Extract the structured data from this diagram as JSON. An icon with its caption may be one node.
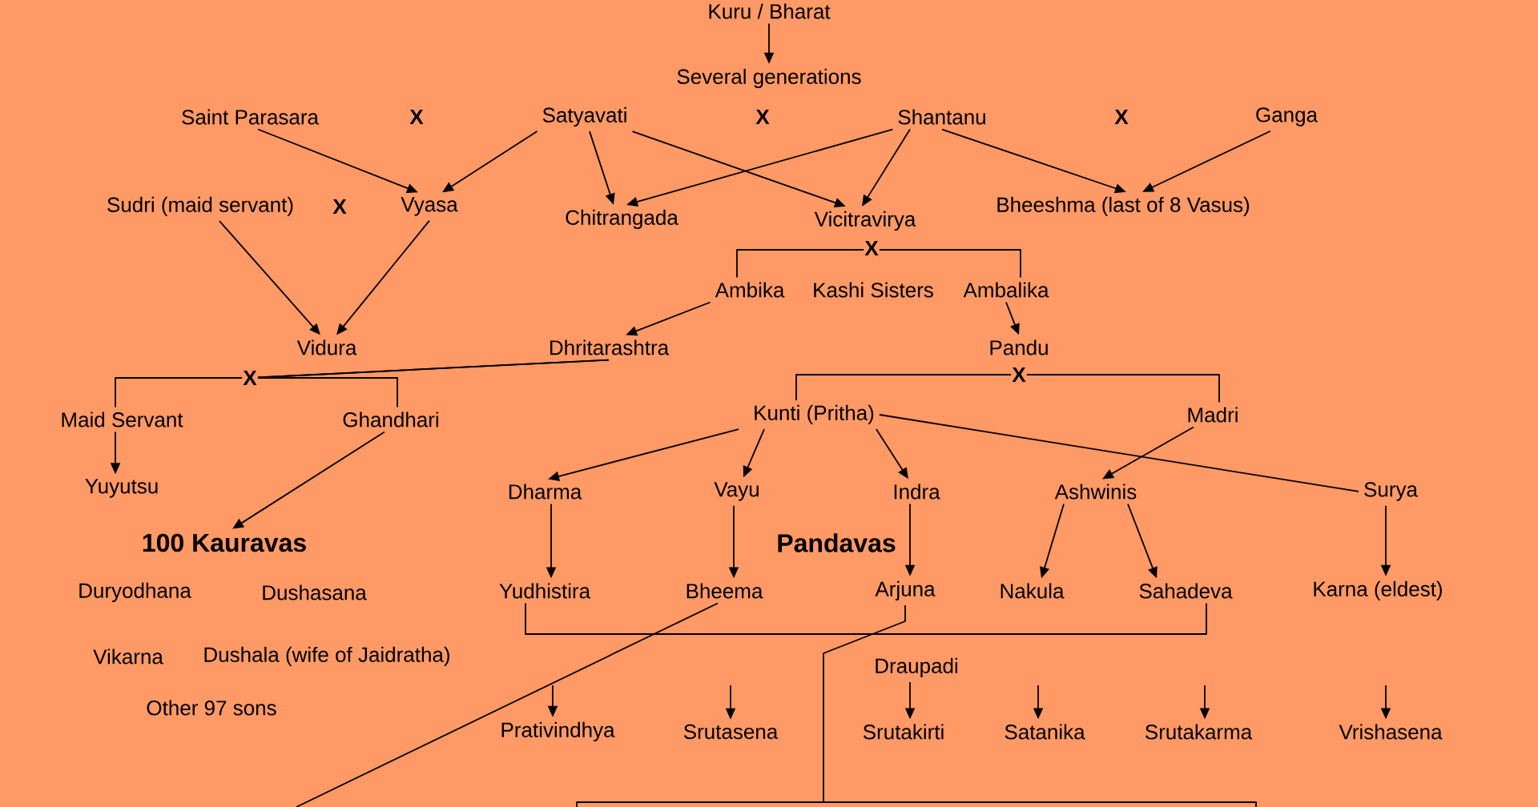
{
  "diagram": {
    "nodes": [
      {
        "text": [
          "Kuru / Bharat"
        ]
      },
      {
        "text": [
          "Several generations"
        ]
      },
      {
        "text": [
          "Saint Parasara"
        ]
      },
      {
        "text": [
          "Satyavati"
        ]
      },
      {
        "text": [
          "Shantanu"
        ]
      },
      {
        "text": [
          "Ganga"
        ]
      },
      {
        "text": [
          "Sudri (maid servant)"
        ]
      },
      {
        "text": [
          "Vyasa"
        ]
      },
      {
        "text": [
          "Chitrangada"
        ]
      },
      {
        "text": [
          "Vicitravirya"
        ]
      },
      {
        "text": [
          "Bheeshma (last of 8 Vasus)"
        ]
      },
      {
        "text": [
          "Ambika"
        ]
      },
      {
        "text": [
          "Ambalika"
        ]
      },
      {
        "text": [
          "Vidura"
        ]
      },
      {
        "text": [
          "Dhritarashtra"
        ]
      },
      {
        "text": [
          "Pandu"
        ]
      },
      {
        "text": [
          "Maid Servant"
        ]
      },
      {
        "text": [
          "Ghandhari"
        ]
      },
      {
        "text": [
          "Kunti (Pritha)"
        ]
      },
      {
        "text": [
          "Madri"
        ]
      },
      {
        "text": [
          "Yuyutsu"
        ]
      },
      {
        "text": [
          "Dharma"
        ]
      },
      {
        "text": [
          "Vayu"
        ]
      },
      {
        "text": [
          "Indra"
        ]
      },
      {
        "text": [
          "Ashwinis"
        ]
      },
      {
        "text": [
          "Surya"
        ]
      },
      {
        "text": [
          "100 Kauravas"
        ]
      },
      {
        "text": [
          "Yudhistira"
        ]
      },
      {
        "text": [
          "Bheema"
        ]
      },
      {
        "text": [
          "Arjuna"
        ]
      },
      {
        "text": [
          "Nakula"
        ]
      },
      {
        "text": [
          "Sahadeva"
        ]
      },
      {
        "text": [
          "Karna (eldest)"
        ]
      },
      {
        "text": [
          "Draupadi"
        ]
      },
      {
        "text": [
          "Prativindhya"
        ]
      },
      {
        "text": [
          "Srutasena"
        ]
      },
      {
        "text": [
          "Srutakirti"
        ]
      },
      {
        "text": [
          "Satanika"
        ]
      },
      {
        "text": [
          "Srutakarma"
        ]
      },
      {
        "text": [
          "Vrishasena"
        ]
      }
    ],
    "edges": [
      {
        "from": 0,
        "to": 1,
        "arrow": "to"
      },
      {
        "from": 2,
        "to": 7,
        "arrow": "to"
      },
      {
        "from": 3,
        "to": 7,
        "arrow": "to"
      },
      {
        "from": 3,
        "to": 8,
        "arrow": "to"
      },
      {
        "from": 3,
        "to": 9,
        "arrow": "to"
      },
      {
        "from": 4,
        "to": 8,
        "arrow": "to"
      },
      {
        "from": 4,
        "to": 9,
        "arrow": "to"
      },
      {
        "from": 4,
        "to": 10,
        "arrow": "to"
      },
      {
        "from": 5,
        "to": 10,
        "arrow": "to"
      },
      {
        "from": 6,
        "to": 13,
        "arrow": "to"
      },
      {
        "from": 7,
        "to": 13,
        "arrow": "to"
      },
      {
        "from": 11,
        "to": 12,
        "arrow": "none",
        "label": "X"
      },
      {
        "from": 11,
        "to": 14,
        "arrow": "to"
      },
      {
        "from": 12,
        "to": 15,
        "arrow": "to"
      },
      {
        "from": 14,
        "to": 16,
        "arrow": "none",
        "label": "X"
      },
      {
        "from": 14,
        "to": 17,
        "arrow": "none"
      },
      {
        "from": 18,
        "to": 19,
        "arrow": "none",
        "label": "X"
      },
      {
        "from": 16,
        "to": 20,
        "arrow": "to"
      },
      {
        "from": 17,
        "to": 26,
        "arrow": "to"
      },
      {
        "from": 18,
        "to": 21,
        "arrow": "to"
      },
      {
        "from": 18,
        "to": 22,
        "arrow": "to"
      },
      {
        "from": 18,
        "to": 23,
        "arrow": "to"
      },
      {
        "from": 18,
        "to": 25,
        "arrow": "none"
      },
      {
        "from": 19,
        "to": 24,
        "arrow": "to"
      },
      {
        "from": 21,
        "to": 27,
        "arrow": "to"
      },
      {
        "from": 22,
        "to": 28,
        "arrow": "to"
      },
      {
        "from": 23,
        "to": 29,
        "arrow": "to"
      },
      {
        "from": 24,
        "to": 30,
        "arrow": "to"
      },
      {
        "from": 24,
        "to": 31,
        "arrow": "to"
      },
      {
        "from": 25,
        "to": 32,
        "arrow": "to"
      },
      {
        "from": 27,
        "to": 31,
        "arrow": "none"
      },
      {
        "from": 29,
        "to": null,
        "arrow": "none"
      },
      {
        "from": 28,
        "to": null,
        "arrow": "none"
      },
      {
        "from": null,
        "to": 34,
        "arrow": "to"
      },
      {
        "from": null,
        "to": 35,
        "arrow": "to"
      },
      {
        "from": 33,
        "to": 36,
        "arrow": "to"
      },
      {
        "from": null,
        "to": 37,
        "arrow": "to"
      },
      {
        "from": null,
        "to": 38,
        "arrow": "to"
      },
      {
        "from": null,
        "to": 39,
        "arrow": "to"
      }
    ],
    "labels": [
      "X",
      "X",
      "X",
      "X",
      "Kashi Sisters",
      "Pandavas",
      "Duryodhana",
      "Dushasana",
      "Vikarna",
      "Dushala (wife of Jaidratha)",
      "Other 97 sons"
    ]
  }
}
